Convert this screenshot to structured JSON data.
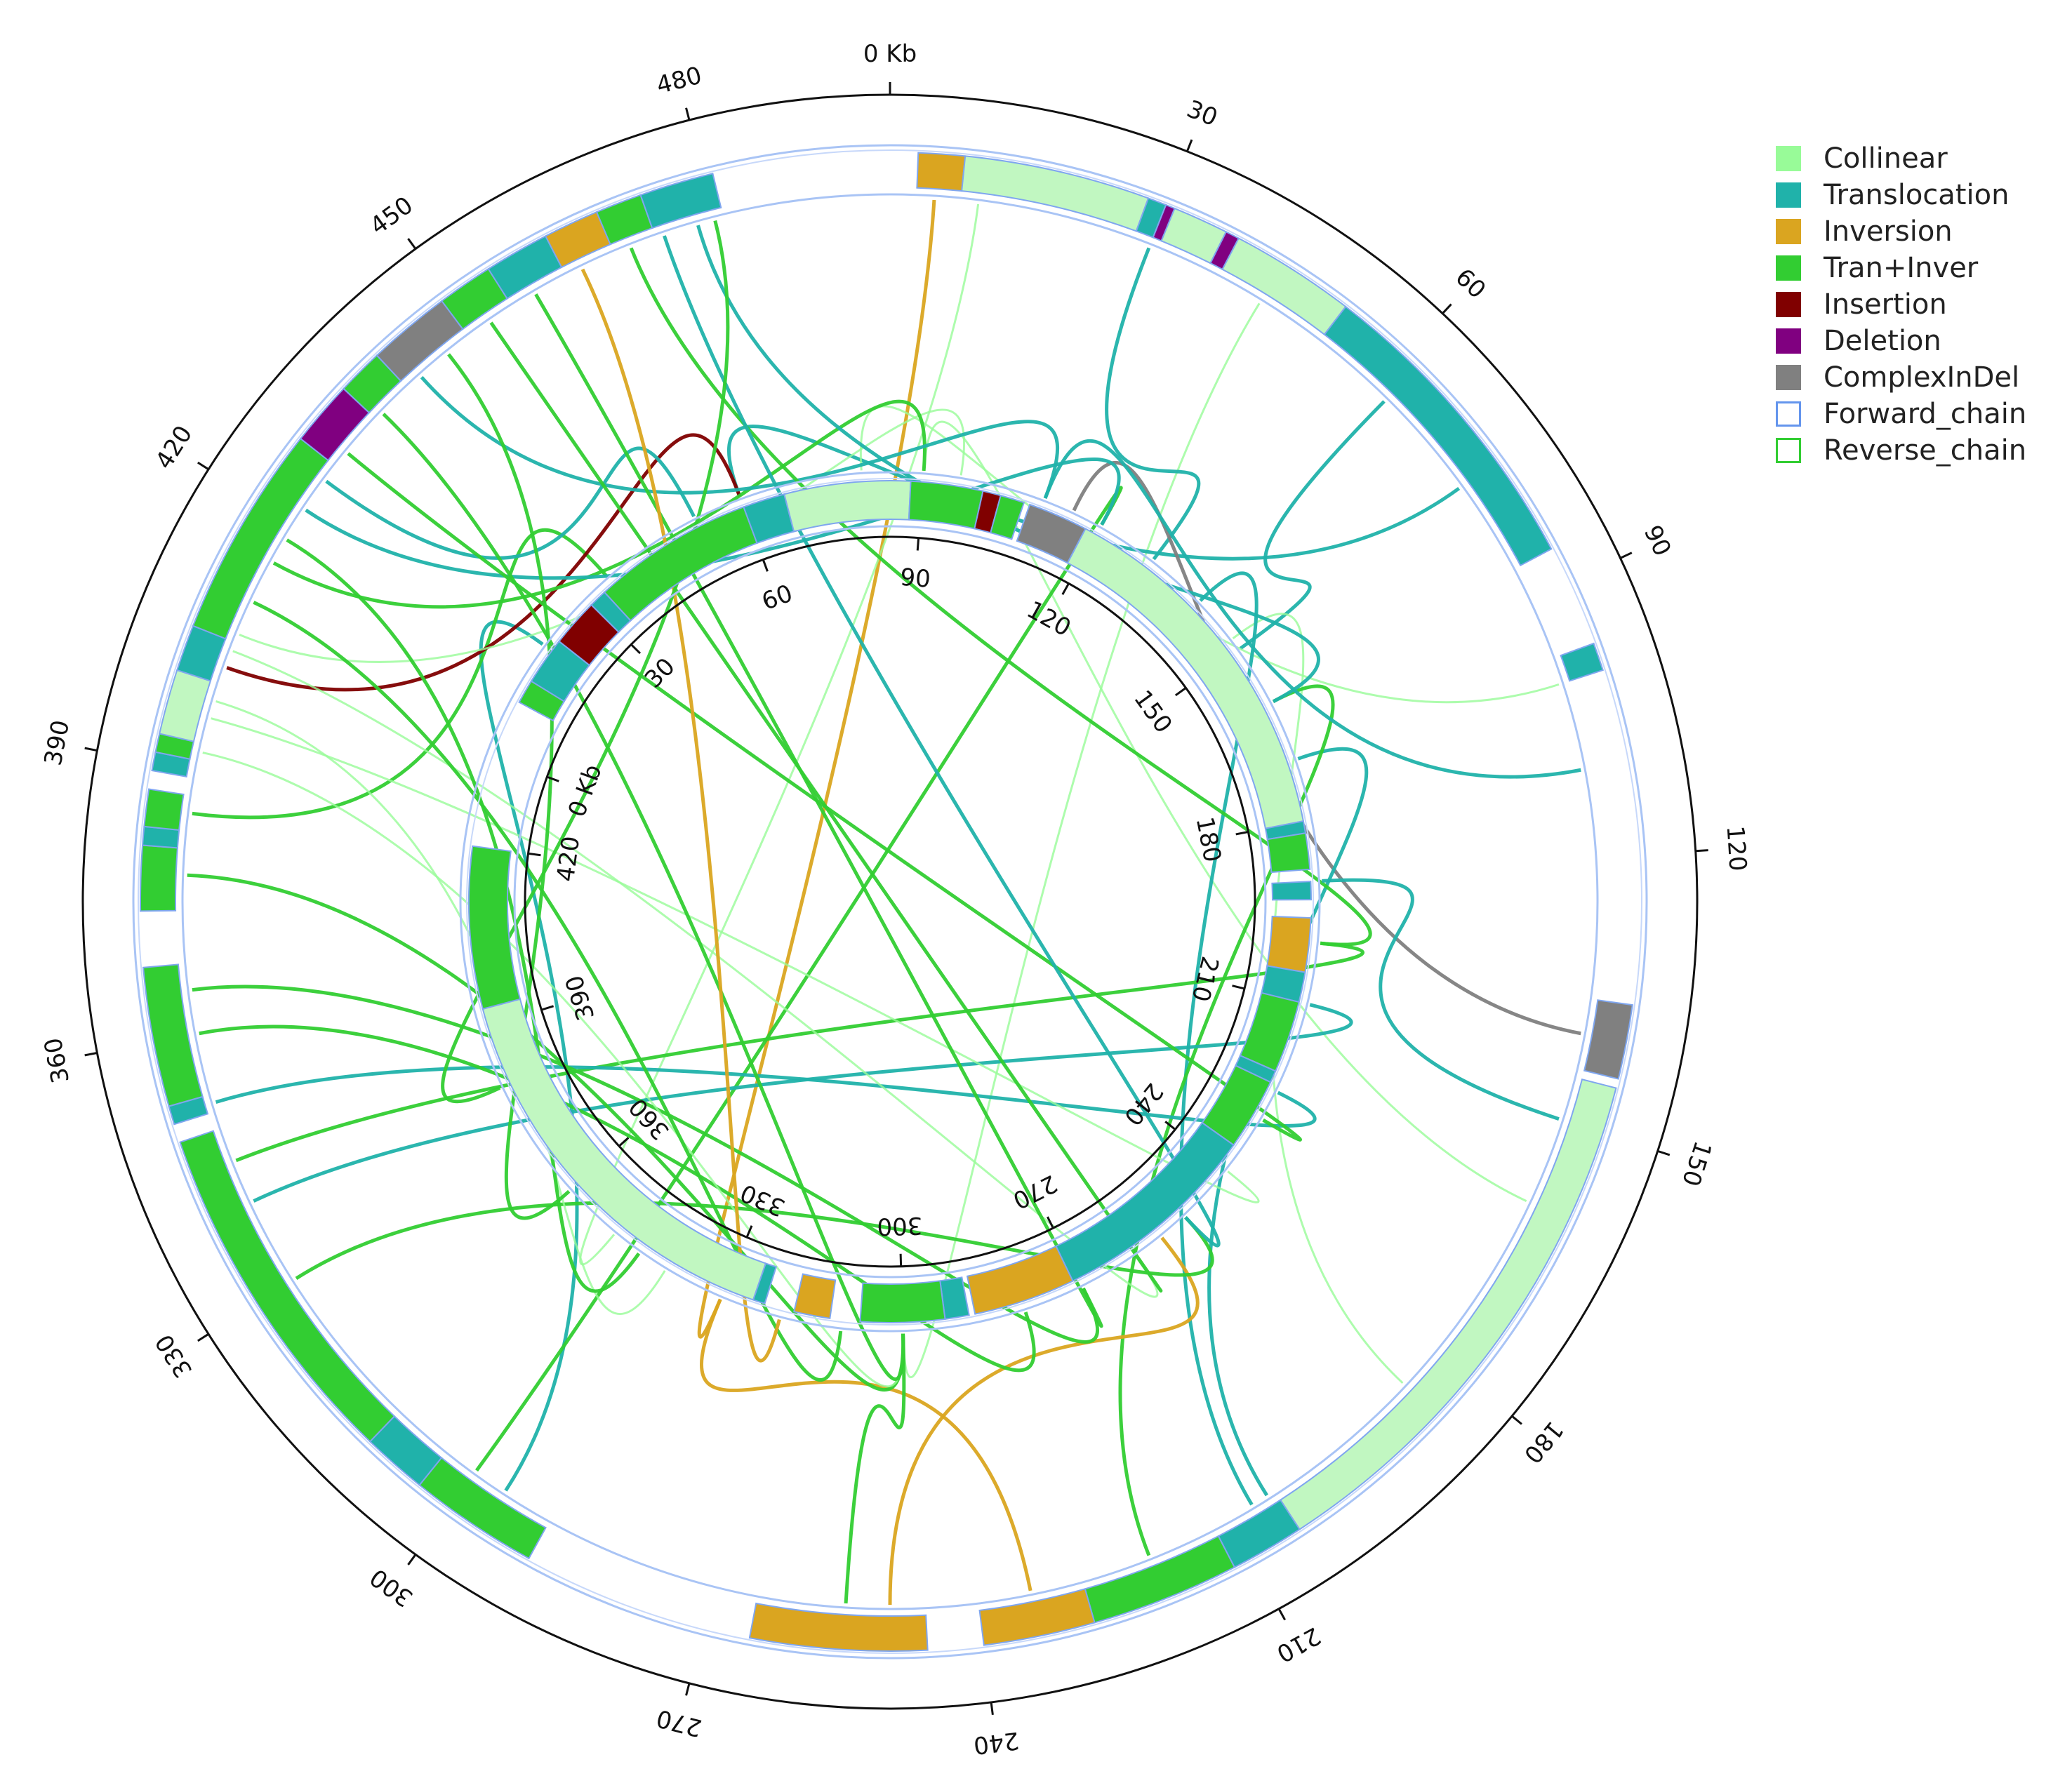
{
  "legend": [
    {
      "label": "Collinear",
      "color": "#98fb98",
      "style": "fill"
    },
    {
      "label": "Translocation",
      "color": "#20b2aa",
      "style": "fill"
    },
    {
      "label": "Inversion",
      "color": "#daa520",
      "style": "fill"
    },
    {
      "label": "Tran+Inver",
      "color": "#32cd32",
      "style": "fill"
    },
    {
      "label": "Insertion",
      "color": "#800000",
      "style": "fill"
    },
    {
      "label": "Deletion",
      "color": "#800080",
      "style": "fill"
    },
    {
      "label": "ComplexInDel",
      "color": "#808080",
      "style": "fill"
    },
    {
      "label": "Forward_chain",
      "color": "#6495ed",
      "style": "outline"
    },
    {
      "label": "Reverse_chain",
      "color": "#32cd32",
      "style": "outline"
    }
  ],
  "outer": {
    "total_kb": 500,
    "tick_labels": [
      "0 Kb",
      "30",
      "60",
      "90",
      "120",
      "150",
      "180",
      "210",
      "240",
      "270",
      "300",
      "330",
      "360",
      "390",
      "420",
      "450",
      "480"
    ],
    "tick_values": [
      0,
      30,
      60,
      90,
      120,
      150,
      180,
      210,
      240,
      270,
      300,
      330,
      360,
      390,
      420,
      450,
      480
    ],
    "segments": [
      {
        "s": 3,
        "e": 8,
        "t": "Inversion"
      },
      {
        "s": 8,
        "e": 28,
        "t": "Collinear"
      },
      {
        "s": 28,
        "e": 30,
        "t": "Translocation"
      },
      {
        "s": 30,
        "e": 31,
        "t": "Deletion"
      },
      {
        "s": 31,
        "e": 37,
        "t": "Collinear"
      },
      {
        "s": 37,
        "e": 38.5,
        "t": "Deletion"
      },
      {
        "s": 38.5,
        "e": 52,
        "t": "Collinear"
      },
      {
        "s": 52,
        "e": 86,
        "t": "Translocation"
      },
      {
        "s": 97,
        "e": 100,
        "t": "Translocation"
      },
      {
        "s": 136,
        "e": 144,
        "t": "ComplexInDel"
      },
      {
        "s": 145,
        "e": 204,
        "t": "Collinear"
      },
      {
        "s": 204,
        "e": 212,
        "t": "Translocation"
      },
      {
        "s": 212,
        "e": 228,
        "t": "Tran+Inver"
      },
      {
        "s": 228,
        "e": 240,
        "t": "Inversion"
      },
      {
        "s": 246,
        "e": 265,
        "t": "Inversion"
      },
      {
        "s": 290,
        "e": 304,
        "t": "Tran+Inver"
      },
      {
        "s": 304,
        "e": 311,
        "t": "Translocation"
      },
      {
        "s": 311,
        "e": 349,
        "t": "Tran+Inver"
      },
      {
        "s": 351,
        "e": 353,
        "t": "Translocation"
      },
      {
        "s": 353,
        "e": 368,
        "t": "Tran+Inver"
      },
      {
        "s": 374,
        "e": 381,
        "t": "Tran+Inver"
      },
      {
        "s": 381,
        "e": 383,
        "t": "Translocation"
      },
      {
        "s": 383,
        "e": 387,
        "t": "Tran+Inver"
      },
      {
        "s": 389,
        "e": 391,
        "t": "Translocation"
      },
      {
        "s": 391,
        "e": 393,
        "t": "Tran+Inver"
      },
      {
        "s": 393,
        "e": 400,
        "t": "Collinear"
      },
      {
        "s": 400,
        "e": 405,
        "t": "Translocation"
      },
      {
        "s": 405,
        "e": 428,
        "t": "Tran+Inver"
      },
      {
        "s": 428,
        "e": 435,
        "t": "Deletion"
      },
      {
        "s": 435,
        "e": 440,
        "t": "Tran+Inver"
      },
      {
        "s": 440,
        "e": 449,
        "t": "ComplexInDel"
      },
      {
        "s": 449,
        "e": 455,
        "t": "Tran+Inver"
      },
      {
        "s": 455,
        "e": 462,
        "t": "Translocation"
      },
      {
        "s": 462,
        "e": 468,
        "t": "Inversion"
      },
      {
        "s": 468,
        "e": 473,
        "t": "Tran+Inver"
      },
      {
        "s": 473,
        "e": 481,
        "t": "Translocation"
      }
    ]
  },
  "inner": {
    "total_kb": 435,
    "tick_labels": [
      "0 Kb",
      "30",
      "60",
      "90",
      "120",
      "150",
      "180",
      "210",
      "240",
      "270",
      "300",
      "330",
      "360",
      "390",
      "420"
    ],
    "tick_values": [
      0,
      30,
      60,
      90,
      120,
      150,
      180,
      210,
      240,
      270,
      300,
      330,
      360,
      390,
      420
    ],
    "segments": [
      {
        "s": 10,
        "e": 14,
        "t": "Tran+Inver"
      },
      {
        "s": 14,
        "e": 22,
        "t": "Translocation"
      },
      {
        "s": 22,
        "e": 30,
        "t": "Insertion"
      },
      {
        "s": 30,
        "e": 33,
        "t": "Translocation"
      },
      {
        "s": 33,
        "e": 60,
        "t": "Tran+Inver"
      },
      {
        "s": 60,
        "e": 67,
        "t": "Translocation"
      },
      {
        "s": 67,
        "e": 88,
        "t": "Collinear"
      },
      {
        "s": 88,
        "e": 100,
        "t": "Tran+Inver"
      },
      {
        "s": 100,
        "e": 103,
        "t": "Insertion"
      },
      {
        "s": 103,
        "e": 107,
        "t": "Tran+Inver"
      },
      {
        "s": 108,
        "e": 118,
        "t": "ComplexInDel"
      },
      {
        "s": 118,
        "e": 180,
        "t": "Collinear"
      },
      {
        "s": 180,
        "e": 182,
        "t": "Translocation"
      },
      {
        "s": 182,
        "e": 188,
        "t": "Tran+Inver"
      },
      {
        "s": 190,
        "e": 193,
        "t": "Translocation"
      },
      {
        "s": 196,
        "e": 205,
        "t": "Inversion"
      },
      {
        "s": 205,
        "e": 210,
        "t": "Translocation"
      },
      {
        "s": 210,
        "e": 222,
        "t": "Tran+Inver"
      },
      {
        "s": 222,
        "e": 224,
        "t": "Translocation"
      },
      {
        "s": 224,
        "e": 236,
        "t": "Tran+Inver"
      },
      {
        "s": 236,
        "e": 271,
        "t": "Translocation"
      },
      {
        "s": 271,
        "e": 288,
        "t": "Inversion"
      },
      {
        "s": 289,
        "e": 293,
        "t": "Translocation"
      },
      {
        "s": 293,
        "e": 307,
        "t": "Tran+Inver"
      },
      {
        "s": 312,
        "e": 318,
        "t": "Inversion"
      },
      {
        "s": 323,
        "e": 325,
        "t": "Translocation"
      },
      {
        "s": 325,
        "e": 393,
        "t": "Collinear"
      },
      {
        "s": 393,
        "e": 420,
        "t": "Tran+Inver"
      }
    ]
  },
  "links": [
    {
      "a": 5,
      "b": 330,
      "t": "Inversion"
    },
    {
      "a": 10,
      "b": 350,
      "t": "Collinear"
    },
    {
      "a": 44,
      "b": 300,
      "t": "Collinear"
    },
    {
      "a": 30,
      "b": 130,
      "t": "Translocation"
    },
    {
      "a": 62,
      "b": 150,
      "t": "Translocation"
    },
    {
      "a": 75,
      "b": 60,
      "t": "Translocation"
    },
    {
      "a": 100,
      "b": 80,
      "t": "Collinear"
    },
    {
      "a": 140,
      "b": 115,
      "t": "ComplexInDel"
    },
    {
      "a": 160,
      "b": 90,
      "t": "Collinear"
    },
    {
      "a": 185,
      "b": 148,
      "t": "Collinear"
    },
    {
      "a": 205,
      "b": 170,
      "t": "Translocation"
    },
    {
      "a": 207,
      "b": 140,
      "t": "Translocation"
    },
    {
      "a": 220,
      "b": 160,
      "t": "Tran+Inver"
    },
    {
      "a": 234,
      "b": 330,
      "t": "Inversion"
    },
    {
      "a": 250,
      "b": 255,
      "t": "Inversion"
    },
    {
      "a": 255,
      "b": 300,
      "t": "Tran+Inver"
    },
    {
      "a": 296,
      "b": 20,
      "t": "Translocation"
    },
    {
      "a": 300,
      "b": 120,
      "t": "Tran+Inver"
    },
    {
      "a": 330,
      "b": 250,
      "t": "Tran+Inver"
    },
    {
      "a": 340,
      "b": 210,
      "t": "Translocation"
    },
    {
      "a": 345,
      "b": 200,
      "t": "Tran+Inver"
    },
    {
      "a": 352,
      "b": 225,
      "t": "Translocation"
    },
    {
      "a": 360,
      "b": 280,
      "t": "Tran+Inver"
    },
    {
      "a": 365,
      "b": 270,
      "t": "Tran+Inver"
    },
    {
      "a": 378,
      "b": 300,
      "t": "Tran+Inver"
    },
    {
      "a": 385,
      "b": 35,
      "t": "Tran+Inver"
    },
    {
      "a": 392,
      "b": 300,
      "t": "Collinear"
    },
    {
      "a": 396,
      "b": 240,
      "t": "Collinear"
    },
    {
      "a": 398,
      "b": 340,
      "t": "Collinear"
    },
    {
      "a": 402,
      "b": 60,
      "t": "Insertion"
    },
    {
      "a": 404,
      "b": 260,
      "t": "Collinear"
    },
    {
      "a": 406,
      "b": 96,
      "t": "Collinear"
    },
    {
      "a": 410,
      "b": 310,
      "t": "Tran+Inver"
    },
    {
      "a": 415,
      "b": 90,
      "t": "Tran+Inver"
    },
    {
      "a": 418,
      "b": 345,
      "t": "Tran+Inver"
    },
    {
      "a": 422,
      "b": 120,
      "t": "Translocation"
    },
    {
      "a": 426,
      "b": 52,
      "t": "Translocation"
    },
    {
      "a": 430,
      "b": 230,
      "t": "Tran+Inver"
    },
    {
      "a": 436,
      "b": 300,
      "t": "Tran+Inver"
    },
    {
      "a": 442,
      "b": 110,
      "t": "Translocation"
    },
    {
      "a": 446,
      "b": 360,
      "t": "Tran+Inver"
    },
    {
      "a": 452,
      "b": 260,
      "t": "Tran+Inver"
    },
    {
      "a": 458,
      "b": 270,
      "t": "Tran+Inver"
    },
    {
      "a": 464,
      "b": 320,
      "t": "Inversion"
    },
    {
      "a": 470,
      "b": 200,
      "t": "Tran+Inver"
    },
    {
      "a": 474,
      "b": 250,
      "t": "Translocation"
    },
    {
      "a": 478,
      "b": 160,
      "t": "Translocation"
    },
    {
      "a": 480,
      "b": 380,
      "t": "Tran+Inver"
    },
    {
      "a": 110,
      "b": 110,
      "t": "Translocation"
    },
    {
      "a": 150,
      "b": 190,
      "t": "Translocation"
    }
  ]
}
